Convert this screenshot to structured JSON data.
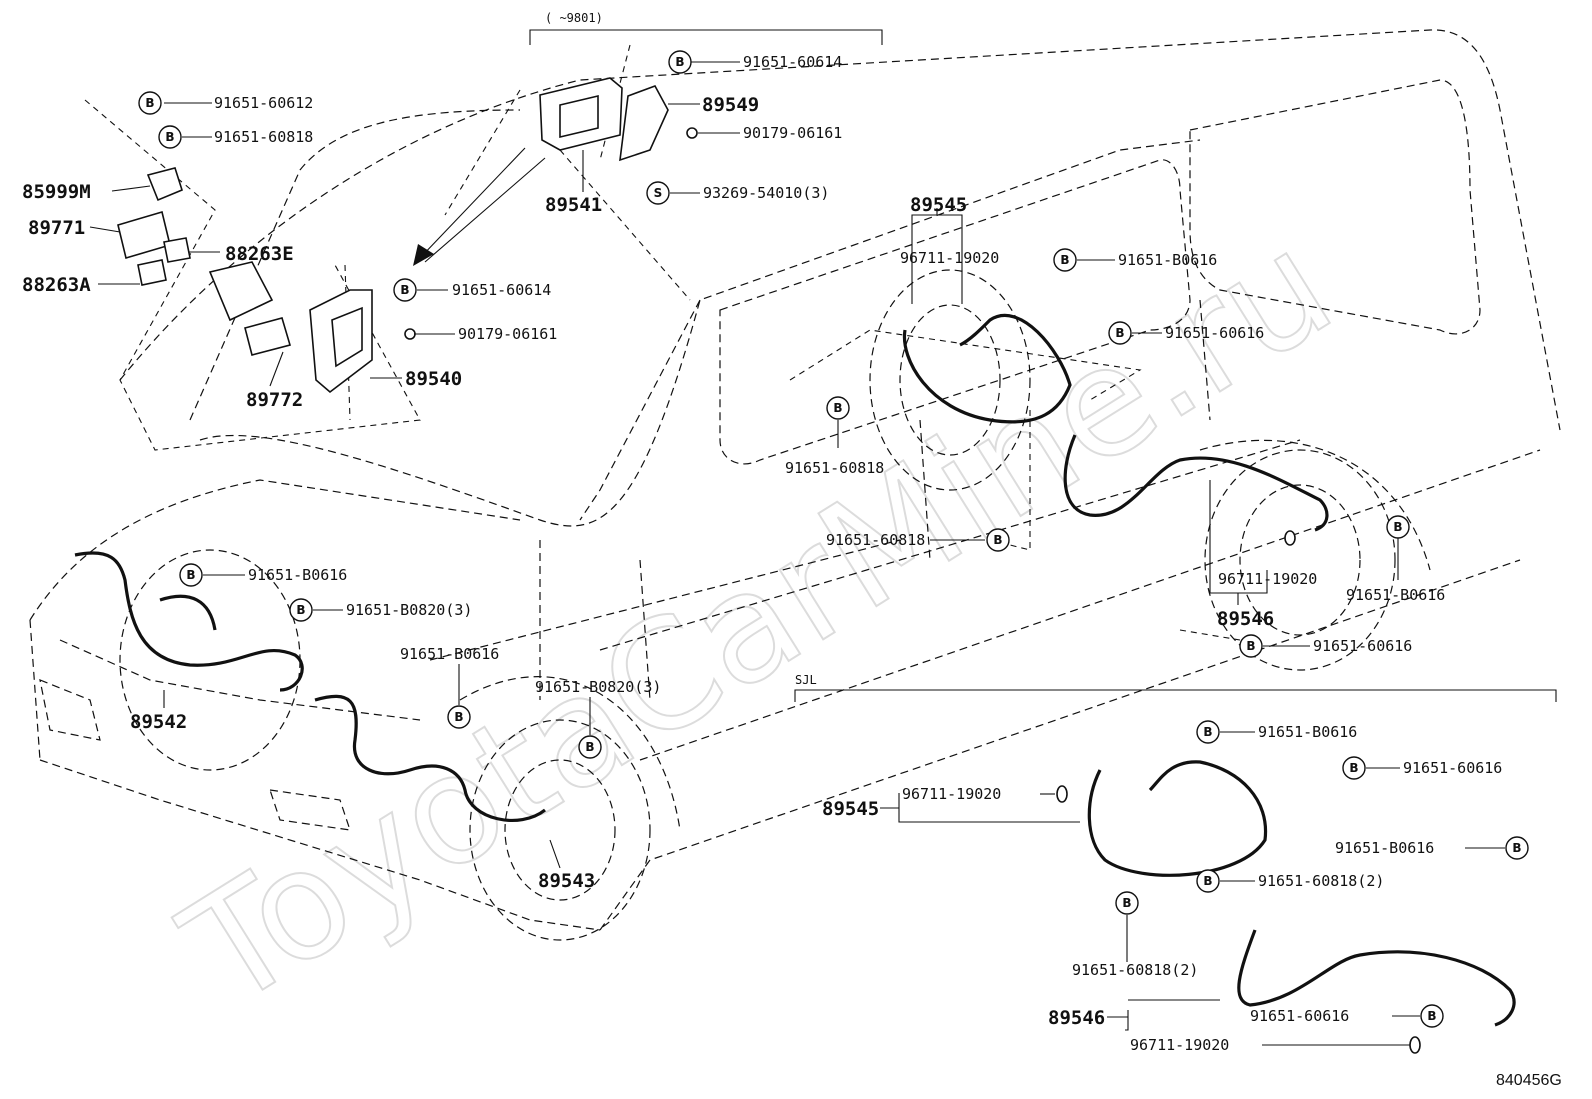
{
  "watermark": "ToyotaCarMine.ru",
  "variant_label_top": "(   ~9801)",
  "variant_label_sjl": "SJL",
  "drawing_id": "840456G",
  "symbols": {
    "bolt": "B",
    "screw": "S"
  },
  "labels": {
    "p91651_60612": "91651-60612",
    "p91651_60818_a": "91651-60818",
    "p85999M": "85999M",
    "p89771": "89771",
    "p88263E": "88263E",
    "p88263A": "88263A",
    "p89772": "89772",
    "p91651_60614_top": "91651-60614",
    "p89549": "89549",
    "p90179_06161_top": "90179-06161",
    "p89541": "89541",
    "p93269_54010": "93269-54010(3)",
    "p91651_60614_mid": "91651-60614",
    "p90179_06161_mid": "90179-06161",
    "p89540": "89540",
    "p89545_a": "89545",
    "p96711_19020_a": "96711-19020",
    "p91651_B0616_a": "91651-B0616",
    "p91651_60616_a": "91651-60616",
    "p91651_60818_b": "91651-60818",
    "p91651_60818_c": "91651-60818",
    "p96711_19020_b": "96711-19020",
    "p89546_a": "89546",
    "p91651_B0616_b": "91651-B0616",
    "p91651_60616_b": "91651-60616",
    "p91651_B0616_c": "91651-B0616",
    "p91651_B0820_a": "91651-B0820(3)",
    "p89542": "89542",
    "p91651_B0616_d": "91651-B0616",
    "p91651_B0820_b": "91651-B0820(3)",
    "p89543": "89543",
    "p89545_b": "89545",
    "p96711_19020_c": "96711-19020",
    "p91651_B0616_e": "91651-B0616",
    "p91651_60616_c": "91651-60616",
    "p91651_B0616_f": "91651-B0616",
    "p91651_60818_d": "91651-60818(2)",
    "p91651_60818_e": "91651-60818(2)",
    "p89546_b": "89546",
    "p91651_60616_d": "91651-60616",
    "p96711_19020_d": "96711-19020"
  }
}
